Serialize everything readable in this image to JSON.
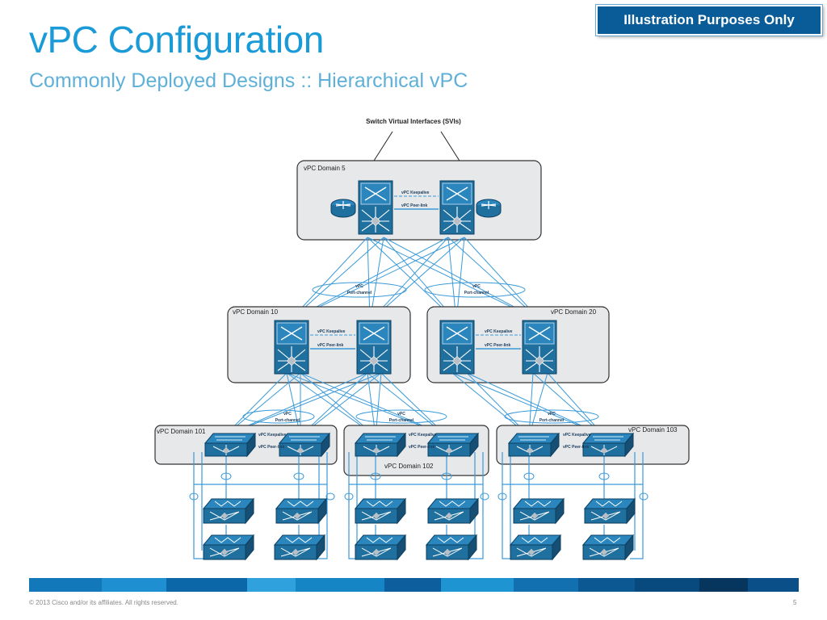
{
  "slide": {
    "title": "vPC Configuration",
    "subtitle": "Commonly Deployed Designs :: Hierarchical vPC",
    "badge": "Illustration Purposes Only",
    "copyright": "© 2013 Cisco and/or its affiliates. All rights reserved.",
    "page_number": "5"
  },
  "diagram": {
    "svi_label": "Switch Virtual Interfaces (SVIs)",
    "domains": {
      "d5": "vPC Domain 5",
      "d10": "vPC Domain 10",
      "d20": "vPC Domain 20",
      "d101": "vPC Domain 101",
      "d102": "vPC Domain 102",
      "d103": "vPC Domain 103"
    },
    "keepalive": "vPC Keepalive",
    "peerlink": "vPC Peer-link",
    "portchannel_line1": "vPC",
    "portchannel_line2": "Port-channel"
  },
  "colors": {
    "brand_blue": "#1a9bd7",
    "device_blue": "#1f6f9f",
    "link_blue": "#3a9ad9",
    "domain_fill": "#e6e8ea"
  }
}
